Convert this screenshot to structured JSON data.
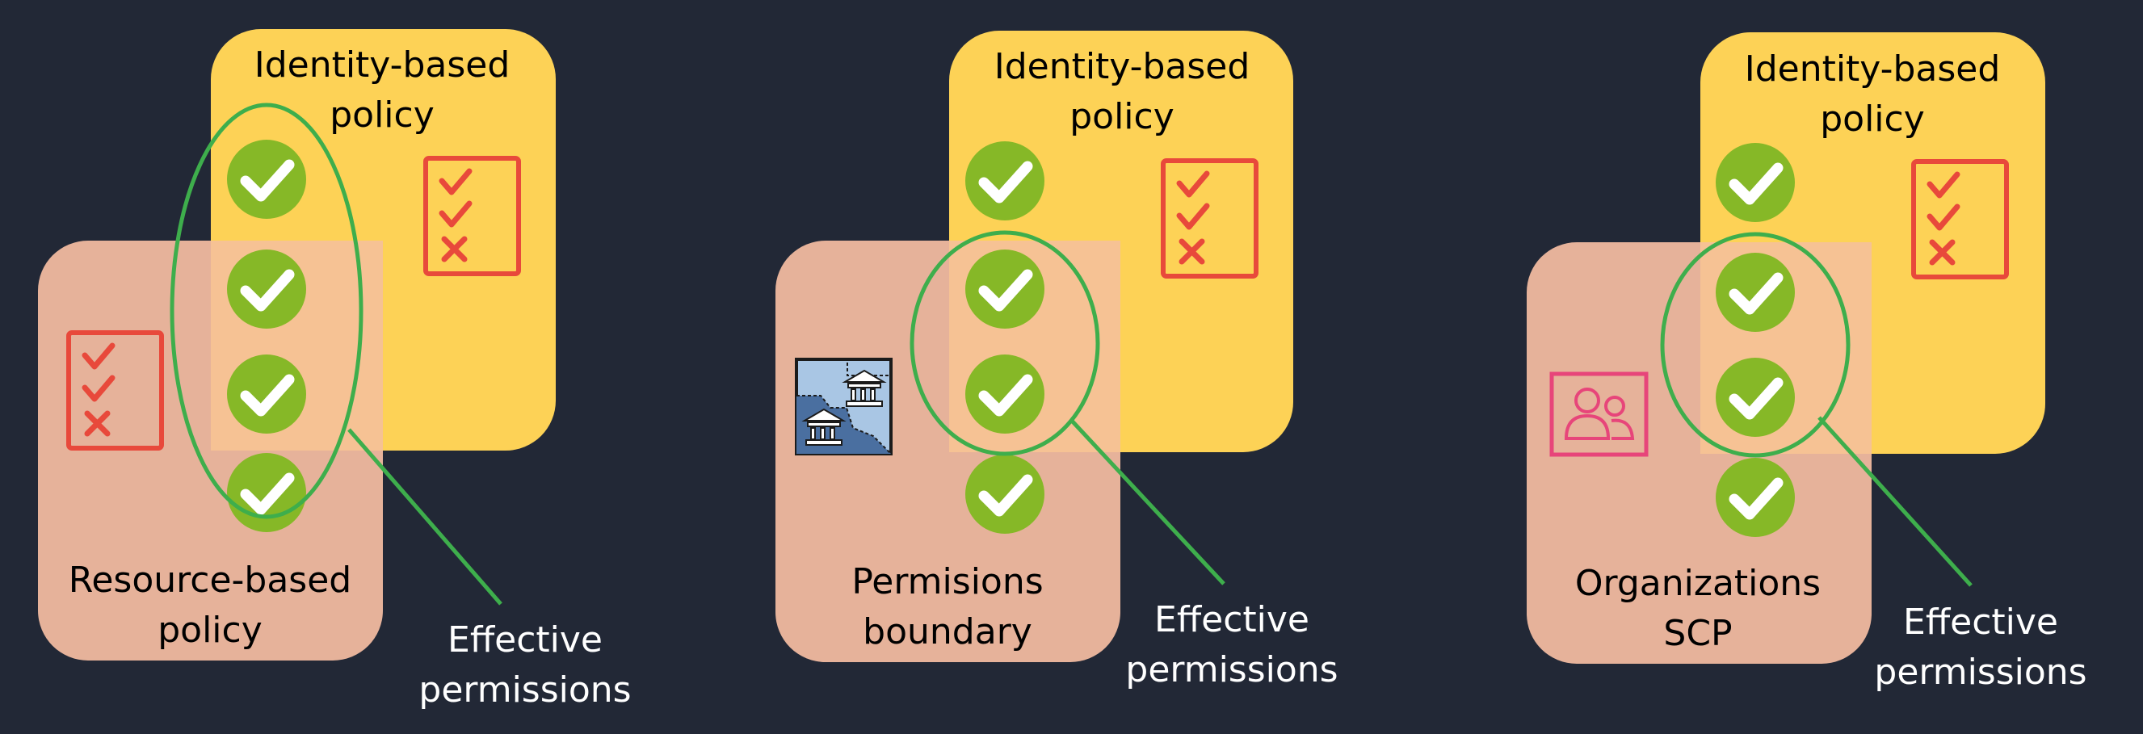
{
  "colors": {
    "background": "#222836",
    "identity_box": "#FDD256",
    "secondary_box": "#E6B29A",
    "overlap": "#F6C294",
    "check_circle": "#86B827",
    "ellipse_stroke": "#3EAE4C",
    "checklist_red": "#E8493B",
    "pink_accent": "#E7457A"
  },
  "panels": [
    {
      "identity_label": [
        "Identity-based",
        "policy"
      ],
      "secondary_label": [
        "Resource-based",
        "policy"
      ],
      "secondary_icon": "checklist-icon",
      "effective_label": [
        "Effective",
        "permissions"
      ]
    },
    {
      "identity_label": [
        "Identity-based",
        "policy"
      ],
      "secondary_label": [
        "Permisions",
        "boundary"
      ],
      "secondary_icon": "bank-boundary-icon",
      "effective_label": [
        "Effective",
        "permissions"
      ]
    },
    {
      "identity_label": [
        "Identity-based",
        "policy"
      ],
      "secondary_label": [
        "Organizations",
        "SCP"
      ],
      "secondary_icon": "users-icon",
      "effective_label": [
        "Effective",
        "permissions"
      ]
    }
  ]
}
